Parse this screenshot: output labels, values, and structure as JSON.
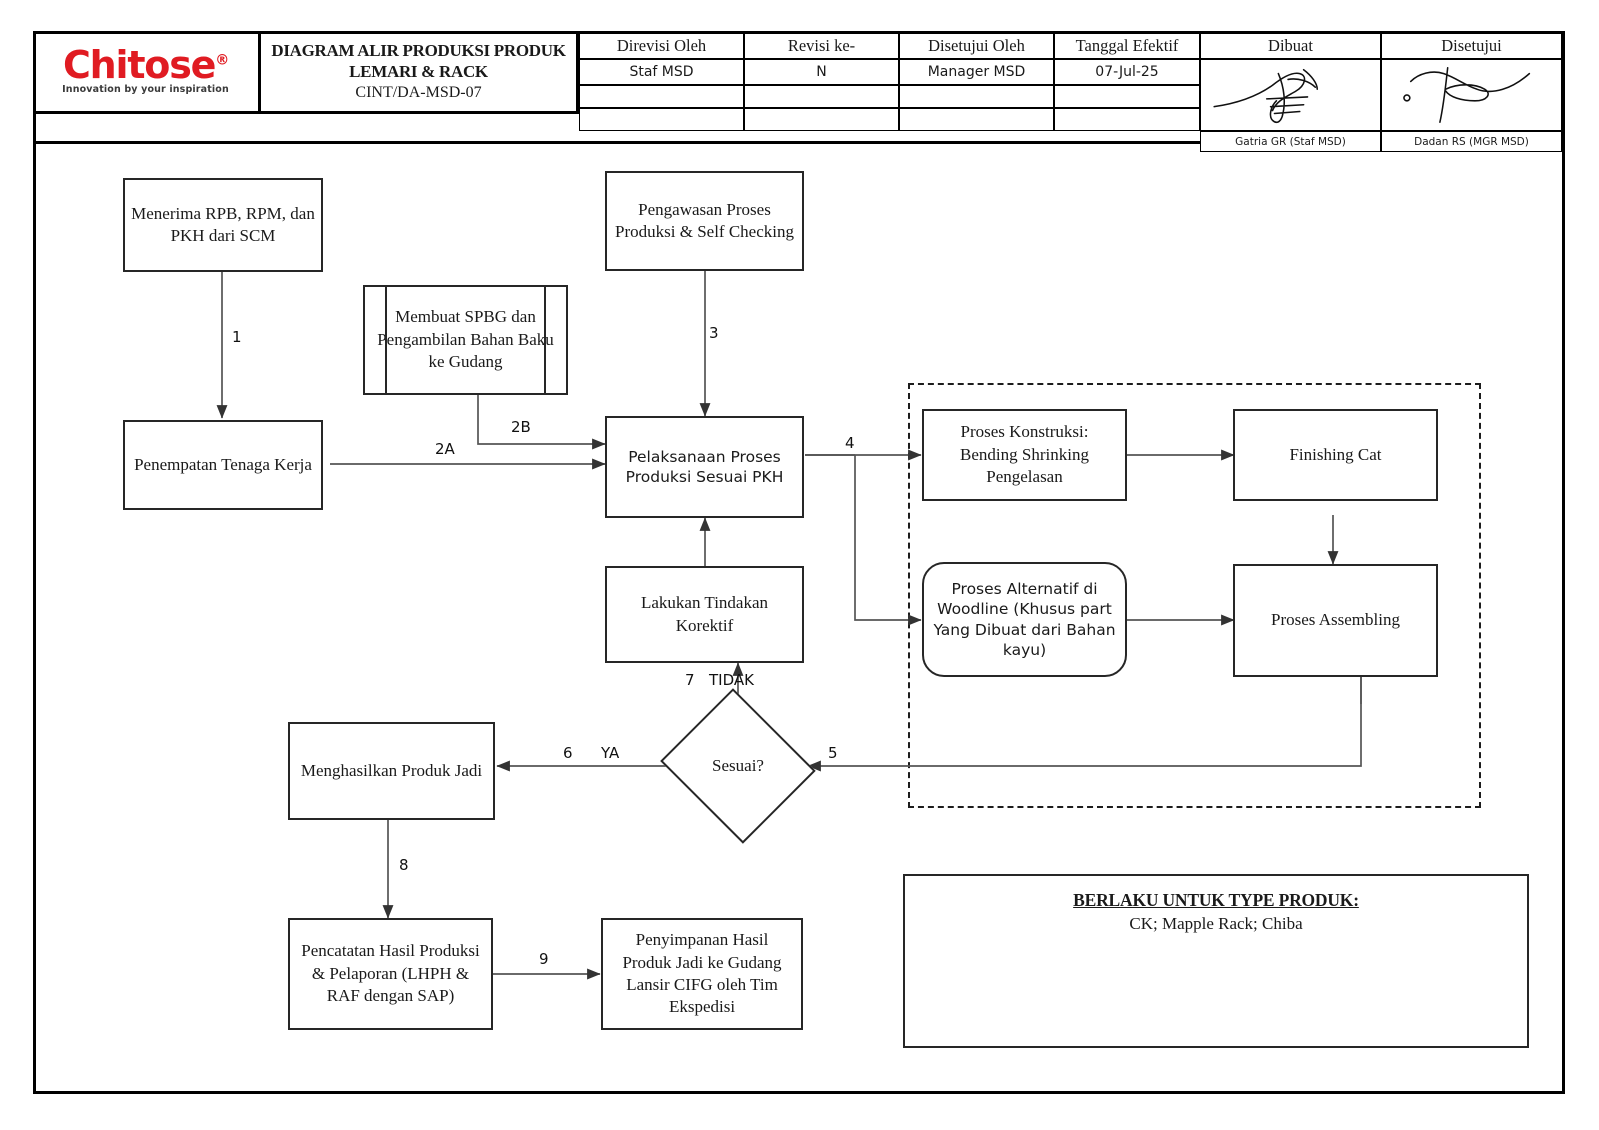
{
  "document": {
    "logo": {
      "brand": "Chitose",
      "registered": "®",
      "tagline": "Innovation by your inspiration",
      "brand_color": "#E01B22"
    },
    "title": {
      "line1": "DIAGRAM ALIR PRODUKSI PRODUK",
      "line2": "LEMARI & RACK",
      "code": "CINT/DA-MSD-07"
    },
    "header_table": {
      "columns": [
        {
          "label": "Direvisi Oleh",
          "value": "Staf MSD"
        },
        {
          "label": "Revisi ke-",
          "value": "N"
        },
        {
          "label": "Disetujui Oleh",
          "value": "Manager MSD"
        },
        {
          "label": "Tanggal Efektif",
          "value": "07-Jul-25"
        }
      ],
      "signatures": [
        {
          "label": "Dibuat",
          "name": "Gatria GR (Staf MSD)"
        },
        {
          "label": "Disetujui",
          "name": "Dadan RS (MGR MSD)"
        }
      ]
    }
  },
  "flowchart": {
    "nodes": [
      {
        "id": "n1",
        "label": "Menerima RPB, RPM, dan PKH dari SCM",
        "shape": "process"
      },
      {
        "id": "n2",
        "label": "Penempatan Tenaga Kerja",
        "shape": "process"
      },
      {
        "id": "n3",
        "label": "Membuat SPBG dan Pengambilan Bahan Baku ke Gudang",
        "shape": "predefined-process"
      },
      {
        "id": "n4",
        "label": "Pengawasan Proses Produksi & Self Checking",
        "shape": "process"
      },
      {
        "id": "n5",
        "label": "Pelaksanaan Proses Produksi Sesuai PKH",
        "shape": "process"
      },
      {
        "id": "n6",
        "label": "Lakukan Tindakan Korektif",
        "shape": "process"
      },
      {
        "id": "n7",
        "label": "Proses Konstruksi: Bending Shrinking Pengelasan",
        "shape": "process"
      },
      {
        "id": "n8",
        "label": "Finishing Cat",
        "shape": "process"
      },
      {
        "id": "n9",
        "label": "Proses Alternatif di Woodline (Khusus part Yang Dibuat dari Bahan kayu)",
        "shape": "rounded-process"
      },
      {
        "id": "n10",
        "label": "Proses Assembling",
        "shape": "process"
      },
      {
        "id": "n11",
        "label": "Sesuai?",
        "shape": "decision"
      },
      {
        "id": "n12",
        "label": "Menghasilkan Produk Jadi",
        "shape": "process"
      },
      {
        "id": "n13",
        "label": "Pencatatan Hasil Produksi & Pelaporan (LHPH & RAF dengan SAP)",
        "shape": "process"
      },
      {
        "id": "n14",
        "label": "Penyimpanan Hasil Produk Jadi ke Gudang Lansir CIFG oleh Tim Ekspedisi",
        "shape": "process"
      }
    ],
    "edge_labels": {
      "e1": "1",
      "e2a": "2A",
      "e2b": "2B",
      "e3": "3",
      "e4": "4",
      "e5": "5",
      "e6": "6",
      "e6_yes": "YA",
      "e7": "7",
      "e7_no": "TIDAK",
      "e8": "8",
      "e9": "9"
    }
  },
  "notes": {
    "title": "BERLAKU UNTUK TYPE PRODUK:",
    "body": "CK; Mapple Rack; Chiba"
  }
}
